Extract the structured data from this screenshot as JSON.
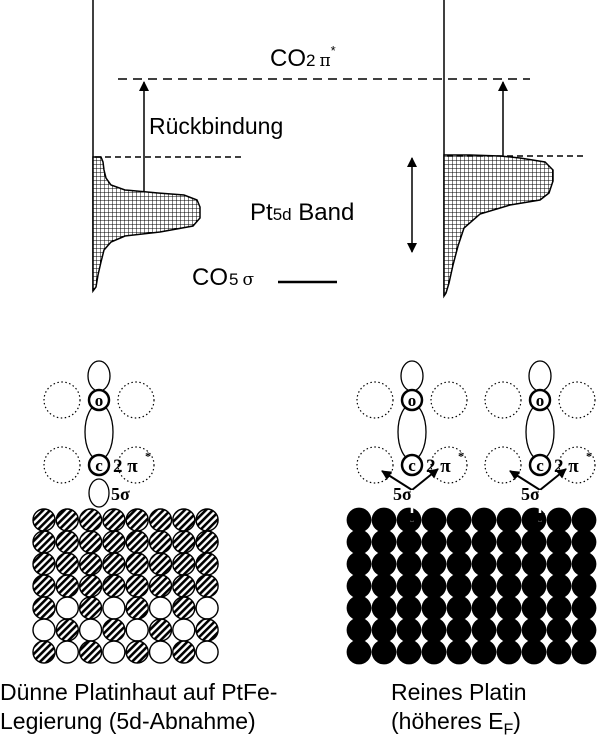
{
  "energy_diagram": {
    "co2pi": {
      "base": "CO",
      "sub": "2",
      "greek": "π",
      "sup": "*"
    },
    "rueckbindung": "Rückbindung",
    "pt5d": {
      "base": "Pt",
      "sub": "5d",
      "rest": " Band"
    },
    "co5sigma": {
      "base": "CO",
      "sub": "5",
      "greek": "σ"
    }
  },
  "adsorption": {
    "atom_o": "o",
    "atom_c": "c",
    "orbital_2pi": {
      "main": "2 π",
      "sup": "*"
    },
    "orbital_5sigma": "5σ"
  },
  "captions": {
    "left": {
      "line1": "Dünne Platinhaut auf PtFe-",
      "line2": "Legierung (5d-Abnahme)"
    },
    "right": {
      "line1": "Reines Platin",
      "line2_prefix": "(höheres E",
      "line2_sub": "F",
      "line2_suffix": ")"
    }
  },
  "colors": {
    "ink": "#000000",
    "fill_white": "#ffffff"
  }
}
